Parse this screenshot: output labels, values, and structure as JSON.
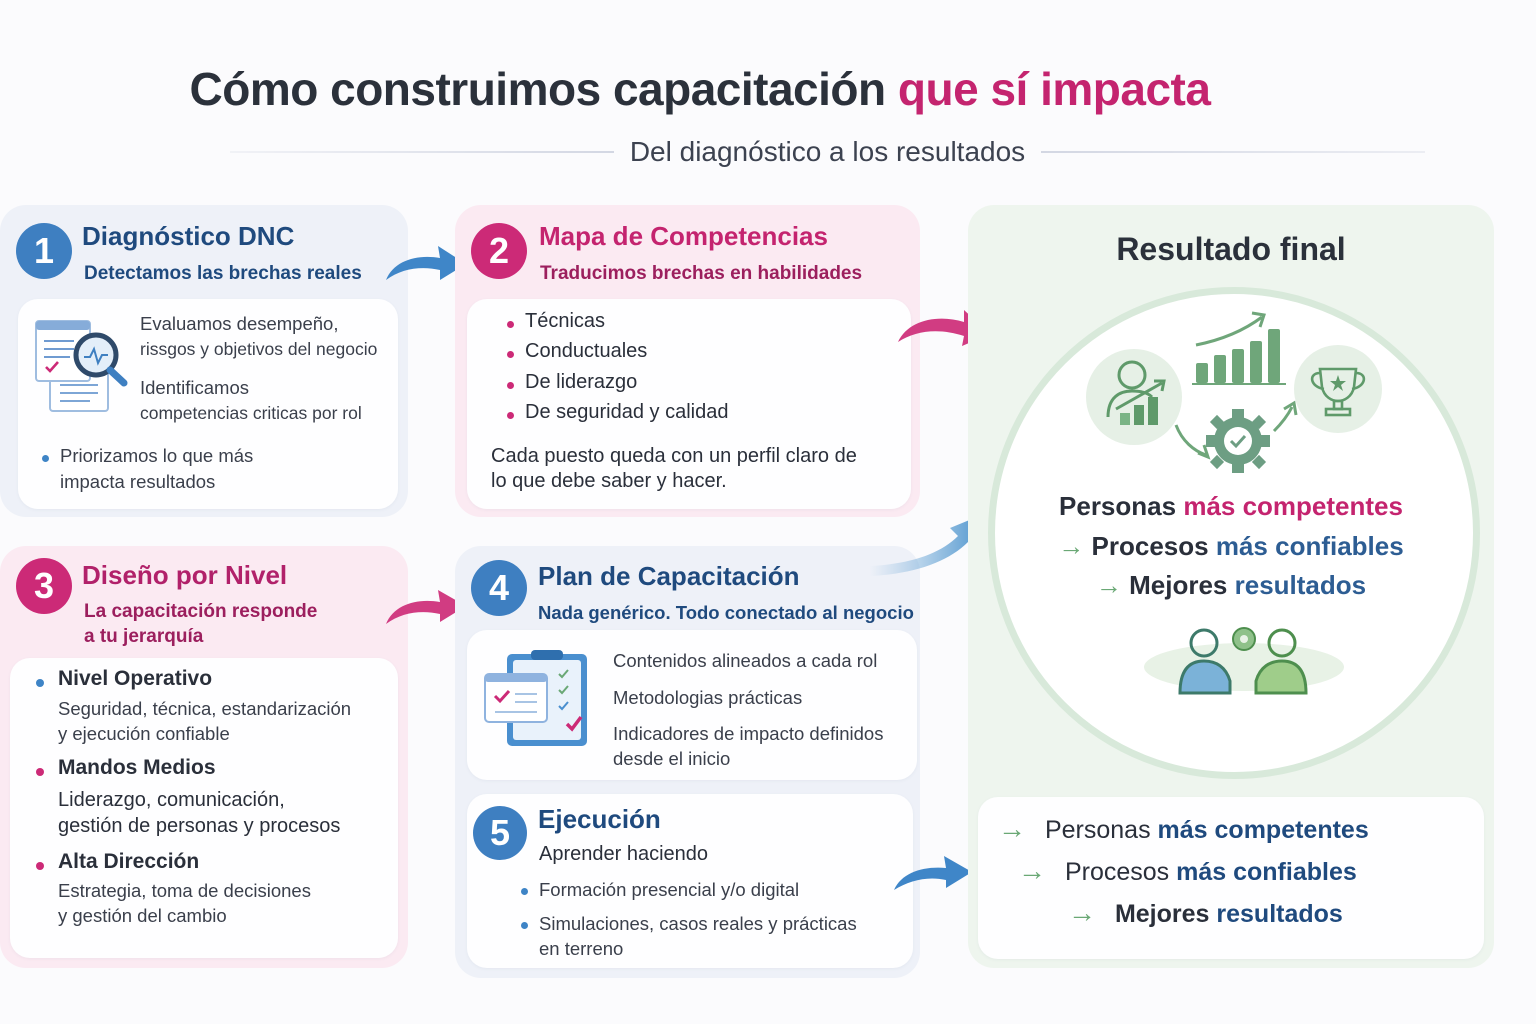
{
  "header": {
    "title_main": "Cómo construimos capacitación",
    "title_accent": "que sí impacta",
    "subtitle": "Del diagnóstico a los resultados"
  },
  "colors": {
    "blue": "#3e7fc1",
    "navy": "#1f4a7e",
    "pink": "#cc2a77",
    "green": "#6aa875",
    "dark": "#2b313b"
  },
  "steps": [
    {
      "number": "1",
      "title": "Diagnóstico DNC",
      "subtitle": "Detectamos las brechas reales",
      "icon": "document-magnifier-icon",
      "items": [
        "Evaluamos desempeño,",
        "rissgos y objetivos del negocio",
        "Identificamos",
        "competencias criticas por rol"
      ],
      "bullet": [
        "Priorizamos lo que más",
        "impacta resultados"
      ]
    },
    {
      "number": "2",
      "title": "Mapa de Competencias",
      "subtitle": "Traducimos brechas en habilidades",
      "bullets": [
        "Técnicas",
        "Conductuales",
        "De liderazgo",
        "De seguridad y calidad"
      ],
      "note": [
        "Cada puesto queda con un perfil claro de",
        "lo que debe saber y hacer."
      ]
    },
    {
      "number": "3",
      "title": "Diseño por Nivel",
      "subtitle": [
        "La capacitación responde",
        "a tu jerarquía"
      ],
      "levels": [
        {
          "name": "Nivel Operativo",
          "desc": [
            "Seguridad, técnica, estandarización",
            "y ejecución confiable"
          ]
        },
        {
          "name": "Mandos Medios",
          "desc": [
            "Liderazgo, comunicación,",
            "gestión de personas y procesos"
          ]
        },
        {
          "name": "Alta Dirección",
          "desc": [
            "Estrategia, toma de decisiones",
            "y gestión del cambio"
          ]
        }
      ]
    },
    {
      "number": "4",
      "title": "Plan de Capacitación",
      "subtitle": "Nada genérico. Todo conectado al negocio",
      "icon": "clipboard-checklist-icon",
      "items": [
        "Contenidos alineados a cada rol",
        "Metodologias prácticas",
        "Indicadores de impacto definidos",
        "desde el inicio"
      ]
    },
    {
      "number": "5",
      "title": "Ejecución",
      "subtitle": "Aprender haciendo",
      "bullets": [
        "Formación presencial y/o digital",
        "Simulaciones, casos reales y prácticas",
        "en terreno"
      ]
    }
  ],
  "result": {
    "title": "Resultado final",
    "icons": [
      "person-growth-icon",
      "bar-chart-growth-icon",
      "gear-check-icon",
      "trophy-icon",
      "collaboration-icon"
    ],
    "lines": [
      {
        "arrow": "",
        "lead": "Personas",
        "accent": "más competentes"
      },
      {
        "arrow": "→",
        "lead": "Procesos",
        "accent": "más confiables"
      },
      {
        "arrow": "→",
        "lead": "Mejores",
        "accent": "resultados"
      }
    ],
    "summary": [
      {
        "arrow": "→",
        "lead": "Personas",
        "accent": "más competentes"
      },
      {
        "arrow": "→",
        "lead": "Procesos",
        "accent": "más confiables"
      },
      {
        "arrow": "→",
        "lead": "Mejores",
        "accent": "resultados"
      }
    ]
  }
}
